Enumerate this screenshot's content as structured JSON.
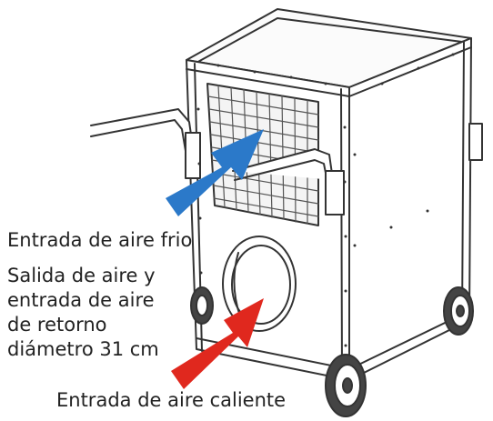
{
  "labels": {
    "cold_air_inlet": "Entrada de aire frio",
    "outlet_lines": [
      "Salida de aire y",
      "entrada de aire",
      "de retorno",
      "diámetro 31 cm"
    ],
    "hot_air_inlet": "Entrada de aire caliente"
  },
  "colors": {
    "cold_arrow": "#2b79c9",
    "hot_arrow": "#e0281e",
    "outline": "#333333"
  },
  "icons": [
    "air-handler-unit",
    "cold-air-arrow",
    "hot-air-arrow"
  ]
}
